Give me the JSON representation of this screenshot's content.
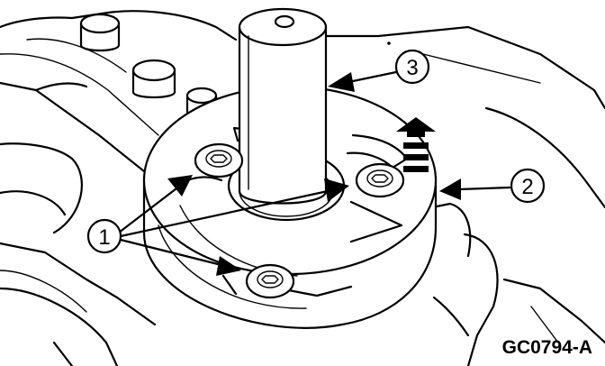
{
  "callouts": [
    {
      "label": "1"
    },
    {
      "label": "2"
    },
    {
      "label": "3"
    }
  ],
  "figure_code": "GC0794-A"
}
